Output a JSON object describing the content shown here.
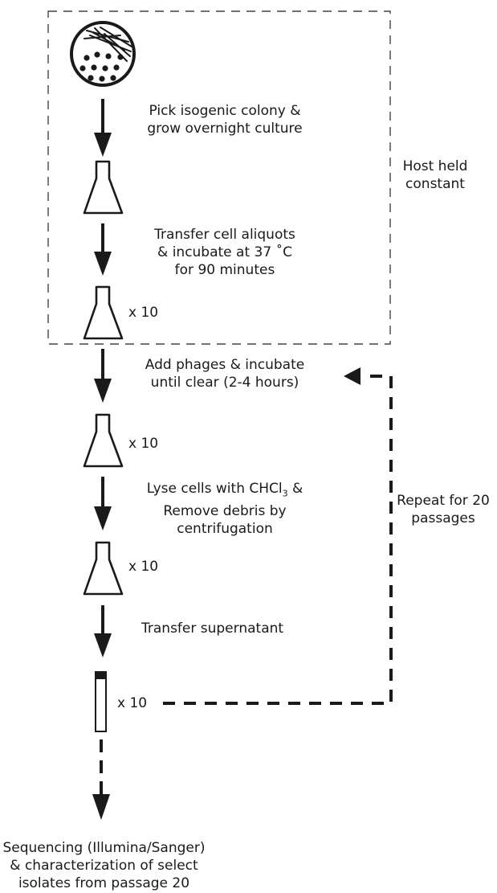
{
  "steps": {
    "pick": [
      "Pick isogenic colony &",
      "grow overnight culture"
    ],
    "transfer_cells": [
      "Transfer cell aliquots",
      "& incubate at 37 ˚C",
      "for 90 minutes"
    ],
    "add_phages": [
      "Add phages & incubate",
      "until clear (2-4 hours)"
    ],
    "lyse_line1_prefix": "Lyse cells with CHCl",
    "lyse_line1_subscript": "3",
    "lyse_line1_suffix": " &",
    "lyse_lines": [
      "Remove debris by",
      "centrifugation"
    ],
    "transfer_supernatant": "Transfer supernatant",
    "final": [
      "Sequencing (Illumina/Sanger)",
      "& characterization of select",
      "isolates from passage 20"
    ]
  },
  "side_labels": {
    "host": [
      "Host held",
      "constant"
    ],
    "repeat": [
      "Repeat for 20",
      "passages"
    ]
  },
  "multipliers": {
    "flask2": "x 10",
    "flask3": "x 10",
    "flask4": "x 10",
    "tube": "x 10"
  },
  "colors": {
    "ink": "#1a1a1a",
    "box_dash": "#444444"
  },
  "icons": [
    "petri-dish-icon",
    "flask-icon",
    "test-tube-icon",
    "arrow-down-icon"
  ]
}
